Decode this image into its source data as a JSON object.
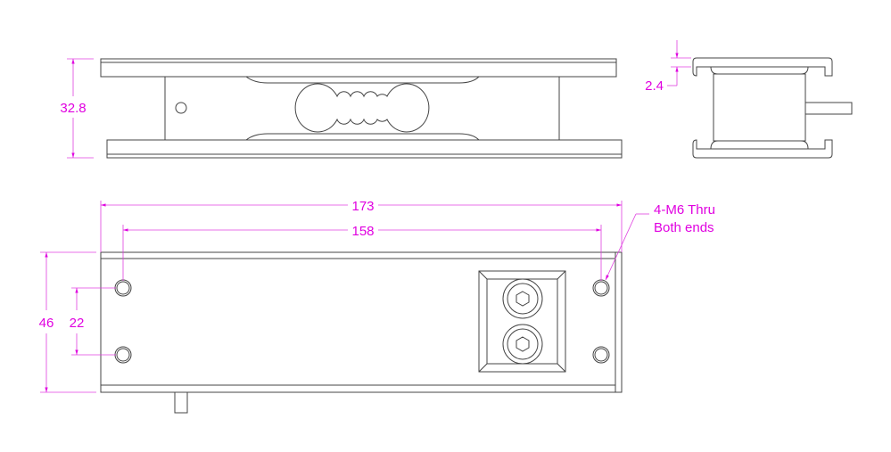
{
  "colors": {
    "dimension": "#e000e0",
    "outline": "#444444"
  },
  "dimensions": {
    "height_side": "32.8",
    "plate_thickness": "2.4",
    "overall_length": "173",
    "hole_spacing_length": "158",
    "width": "46",
    "hole_spacing_width": "22"
  },
  "notes": {
    "hole_line1": "4-M6 Thru",
    "hole_line2": "Both ends"
  }
}
